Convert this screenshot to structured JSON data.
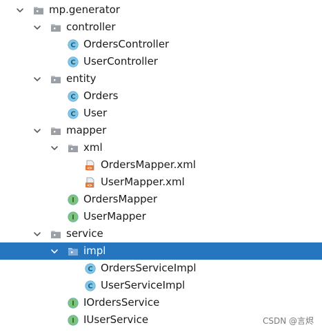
{
  "colors": {
    "selection": "#2675bf",
    "class_icon_fill": "#7fc6e8",
    "interface_icon_fill": "#7cc37c",
    "folder_gray": "#9aa0a6",
    "xml_orange": "#e07a3a"
  },
  "tree": [
    {
      "label": "mp.generator",
      "level": 0,
      "kind": "package",
      "expanded": true,
      "icon": "package-folder-icon"
    },
    {
      "label": "controller",
      "level": 1,
      "kind": "package",
      "expanded": true,
      "icon": "package-folder-icon"
    },
    {
      "label": "OrdersController",
      "level": 2,
      "kind": "class",
      "icon": "class-icon",
      "letter": "C"
    },
    {
      "label": "UserController",
      "level": 2,
      "kind": "class",
      "icon": "class-icon",
      "letter": "C"
    },
    {
      "label": "entity",
      "level": 1,
      "kind": "package",
      "expanded": true,
      "icon": "package-folder-icon"
    },
    {
      "label": "Orders",
      "level": 2,
      "kind": "class",
      "icon": "class-icon",
      "letter": "C"
    },
    {
      "label": "User",
      "level": 2,
      "kind": "class",
      "icon": "class-icon",
      "letter": "C"
    },
    {
      "label": "mapper",
      "level": 1,
      "kind": "package",
      "expanded": true,
      "icon": "package-folder-icon"
    },
    {
      "label": "xml",
      "level": 2,
      "kind": "package",
      "expanded": true,
      "icon": "package-folder-icon"
    },
    {
      "label": "OrdersMapper.xml",
      "level": 3,
      "kind": "xml",
      "icon": "xml-file-icon"
    },
    {
      "label": "UserMapper.xml",
      "level": 3,
      "kind": "xml",
      "icon": "xml-file-icon"
    },
    {
      "label": "OrdersMapper",
      "level": 2,
      "kind": "interface",
      "icon": "interface-icon",
      "letter": "I"
    },
    {
      "label": "UserMapper",
      "level": 2,
      "kind": "interface",
      "icon": "interface-icon",
      "letter": "I"
    },
    {
      "label": "service",
      "level": 1,
      "kind": "package",
      "expanded": true,
      "icon": "package-folder-icon"
    },
    {
      "label": "impl",
      "level": 2,
      "kind": "package",
      "expanded": true,
      "selected": true,
      "icon": "package-folder-icon"
    },
    {
      "label": "OrdersServiceImpl",
      "level": 3,
      "kind": "class",
      "icon": "class-icon",
      "letter": "C"
    },
    {
      "label": "UserServiceImpl",
      "level": 3,
      "kind": "class",
      "icon": "class-icon",
      "letter": "C"
    },
    {
      "label": "IOrdersService",
      "level": 2,
      "kind": "interface",
      "icon": "interface-icon",
      "letter": "I"
    },
    {
      "label": "IUserService",
      "level": 2,
      "kind": "interface",
      "icon": "interface-icon",
      "letter": "I"
    }
  ],
  "watermark": "CSDN @言烬"
}
